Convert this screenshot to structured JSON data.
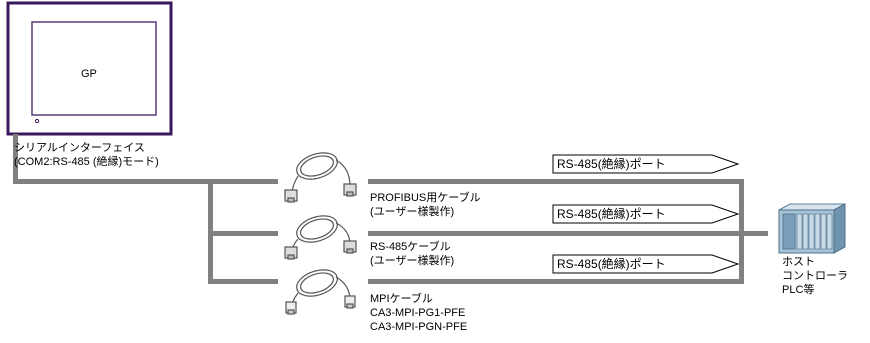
{
  "gp": {
    "label": "GP",
    "interface_line1": "シリアルインターフェイス",
    "interface_line2": "(COM2:RS-485 (絶縁)モード)"
  },
  "ports": [
    {
      "label": "RS-485(絶縁)ポート"
    },
    {
      "label": "RS-485(絶縁)ポート"
    },
    {
      "label": "RS-485(絶縁)ポート"
    }
  ],
  "cables": [
    {
      "line1": "PROFIBUS用ケーブル",
      "line2": "(ユーザー様製作)",
      "line3": ""
    },
    {
      "line1": "RS-485ケーブル",
      "line2": "(ユーザー様製作)",
      "line3": ""
    },
    {
      "line1": "MPIケーブル",
      "line2": "CA3-MPI-PG1-PFE",
      "line3": "CA3-MPI-PGN-PFE"
    }
  ],
  "host": {
    "line1": "ホスト",
    "line2": "コントローラ",
    "line3": "PLC等"
  },
  "colors": {
    "line": "#808080",
    "gp_border": "#3a1a5c",
    "plc": "#a7c3d6"
  }
}
